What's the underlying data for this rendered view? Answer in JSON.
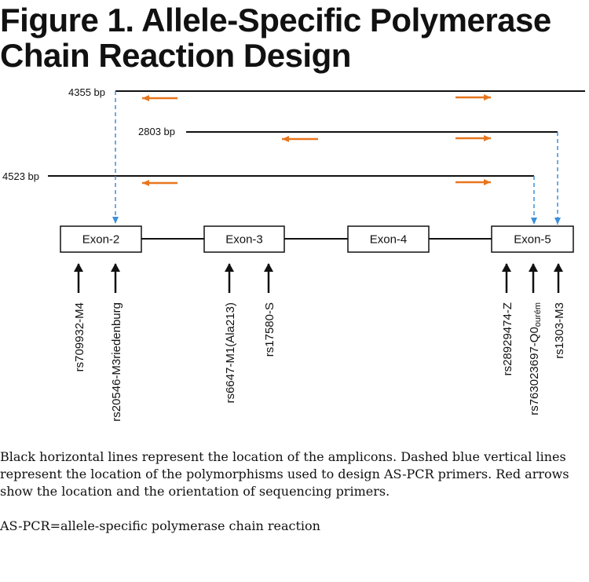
{
  "title": {
    "line1": "Figure 1. Allele-Specific Polymerase",
    "line2": "Chain Reaction Design"
  },
  "amplicons": [
    {
      "label": "4355 bp"
    },
    {
      "label": "2803 bp"
    },
    {
      "label": "4523 bp"
    }
  ],
  "exons": [
    {
      "label": "Exon-2"
    },
    {
      "label": "Exon-3"
    },
    {
      "label": "Exon-4"
    },
    {
      "label": "Exon-5"
    }
  ],
  "polymorphisms": [
    {
      "main": "rs709932-M4",
      "sub": ""
    },
    {
      "main": "rs20546-M3riedenburg",
      "sub": ""
    },
    {
      "main": "rs6647-M1(Ala213)",
      "sub": ""
    },
    {
      "main": "rs17580-S",
      "sub": ""
    },
    {
      "main": "rs28929474-Z",
      "sub": ""
    },
    {
      "main": "rs763023697-Q0",
      "sub": "ourém"
    },
    {
      "main": "rs1303-M3",
      "sub": ""
    }
  ],
  "colors": {
    "amplicon_line": "#111111",
    "sequencing_primer_arrow": "#E8761E",
    "polymorphism_dashed_line": "#3C8FD8",
    "exon_box": "#111111"
  },
  "caption": {
    "body": "Black horizontal lines represent the location of the amplicons. Dashed blue vertical lines represent the location of the polymorphisms used to design AS-PCR primers. Red arrows show the location and the orientation of sequencing primers.",
    "abbreviation": "AS-PCR=allele-specific polymerase chain reaction"
  }
}
